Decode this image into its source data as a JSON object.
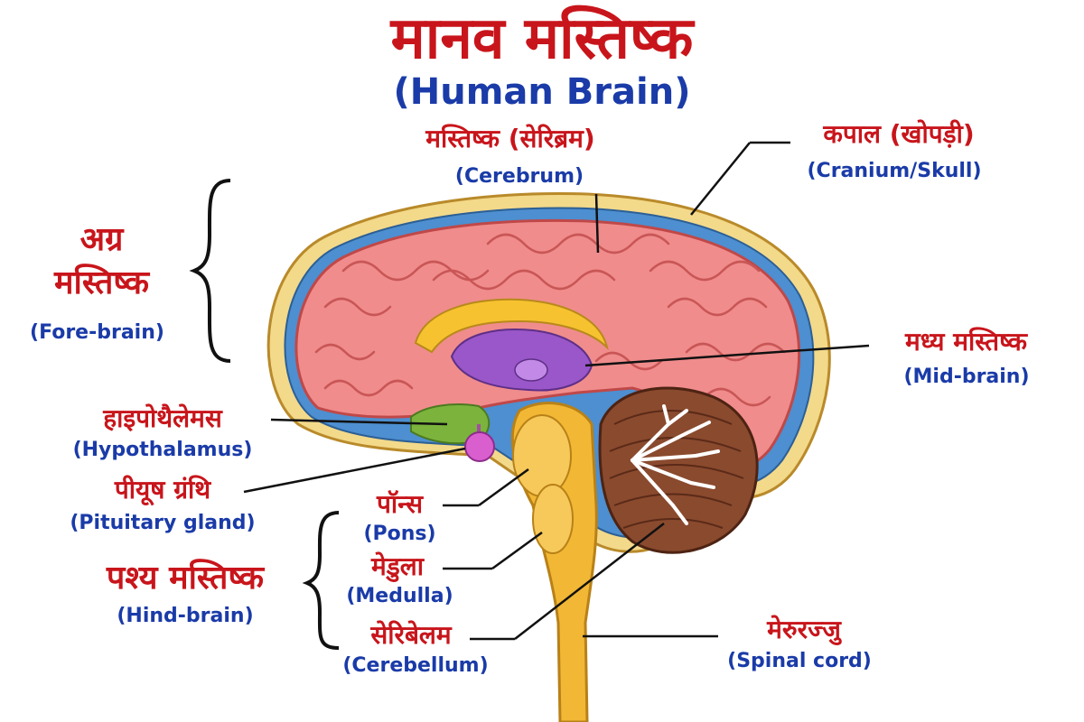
{
  "colors": {
    "hindi": "#c8151b",
    "english": "#1a3ba8",
    "cerebrum": "#f08c8c",
    "cerebrum_edge": "#c04848",
    "skull": "#f3d98a",
    "csf": "#4d8fd0",
    "corpus": "#f6c230",
    "thalamus": "#9a57c9",
    "hypothalamus": "#7bb33c",
    "pituitary": "#d95fcf",
    "brainstem": "#f2b734",
    "cerebellum": "#8a4a2e",
    "cerebellum_white": "#ffffff",
    "leader": "#111111"
  },
  "header": {
    "title": "मानव मस्तिष्क",
    "subtitle": "(Human Brain)"
  },
  "labels": {
    "cerebrum_hi": "मस्तिष्क (सेरिब्रम)",
    "cerebrum_en": "(Cerebrum)",
    "cranium_hi": "कपाल (खोपड़ी)",
    "cranium_en": "(Cranium/Skull)",
    "forebrain_hi_1": "अग्र",
    "forebrain_hi_2": "मस्तिष्क",
    "forebrain_en": "(Fore-brain)",
    "midbrain_hi": "मध्य मस्तिष्क",
    "midbrain_en": "(Mid-brain)",
    "hypothalamus_hi": "हाइपोथैलेमस",
    "hypothalamus_en": "(Hypothalamus)",
    "pituitary_hi": "पीयूष ग्रंथि",
    "pituitary_en": "(Pituitary gland)",
    "pons_hi": "पॉन्स",
    "pons_en": "(Pons)",
    "medulla_hi": "मेडुला",
    "medulla_en": "(Medulla)",
    "hindbrain_hi": "पश्य मस्तिष्क",
    "hindbrain_en": "(Hind-brain)",
    "cerebellum_hi": "सेरिबेलम",
    "cerebellum_en": "(Cerebellum)",
    "spinal_hi": "मेरुरज्जु",
    "spinal_en": "(Spinal cord)"
  }
}
